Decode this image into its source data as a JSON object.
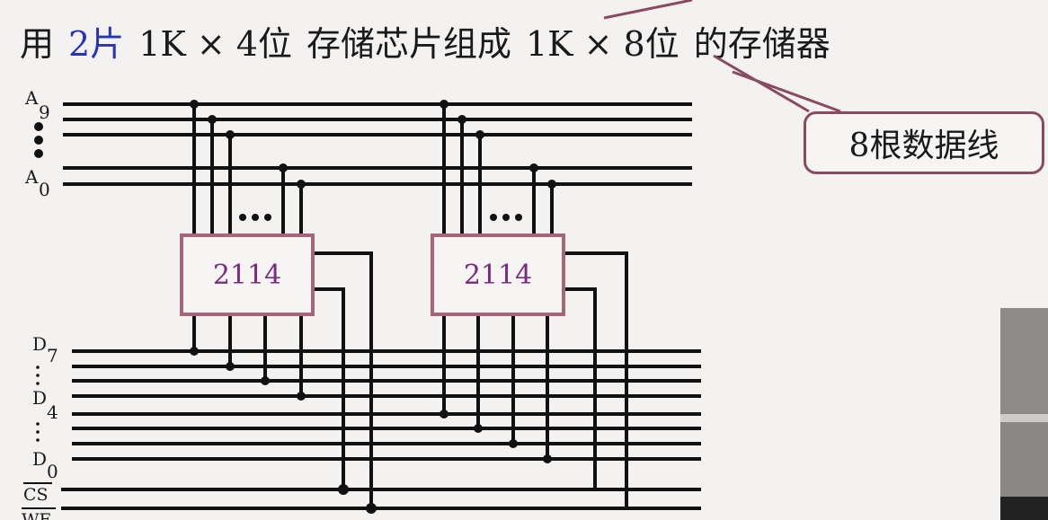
{
  "title": {
    "prefix": "用",
    "count": "2片",
    "chip_spec": "1K × 4位",
    "mid": "存储芯片组成",
    "target_spec": "1K × 8位",
    "suffix": "的存储器"
  },
  "callout": {
    "text": "8根数据线"
  },
  "chips": [
    {
      "label": "2114"
    },
    {
      "label": "2114"
    }
  ],
  "signals": {
    "a9": "A",
    "a9_sub": "9",
    "a0": "A",
    "a0_sub": "0",
    "d7": "D",
    "d7_sub": "7",
    "d4": "D",
    "d4_sub": "4",
    "d0": "D",
    "d0_sub": "0",
    "cs": "CS",
    "we": "WE"
  },
  "ellipsis": "•••",
  "colors": {
    "title_highlight": "#2833b8",
    "chip_border": "#a8647a",
    "chip_text": "#7a2a80",
    "callout_border": "#8a4a60"
  }
}
